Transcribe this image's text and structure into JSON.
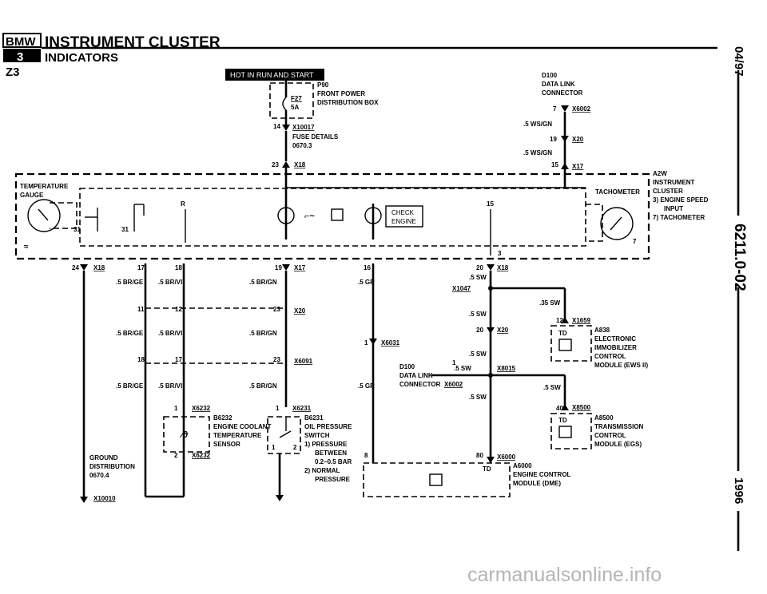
{
  "header": {
    "logo": "BMW",
    "model_badge": "3",
    "model": "Z3",
    "title": "INSTRUMENT CLUSTER",
    "subtitle": "INDICATORS"
  },
  "side": {
    "date": "04/97",
    "page": "6211.0-02",
    "year": "1996"
  },
  "watermark": "carmanualsonline.info",
  "power_banner": "HOT IN RUN AND START",
  "components": {
    "p90": [
      "P90",
      "FRONT POWER",
      "DISTRIBUTION BOX"
    ],
    "fuse": [
      "F27",
      "5A"
    ],
    "x10017": "X10017",
    "fuse_details": [
      "FUSE DETAILS",
      "0670.3"
    ],
    "x18_top": "X18",
    "d100_top": [
      "D100",
      "DATA LINK",
      "CONNECTOR"
    ],
    "x6002_top": "X6002",
    "x20_top": "X20",
    "x17_top": "X17",
    "wire_ws_gn_1": ".5 WS/GN",
    "wire_ws_gn_2": ".5 WS/GN",
    "a2w": [
      "A2W",
      "INSTRUMENT",
      "CLUSTER",
      "3)  ENGINE SPEED",
      "INPUT",
      "7)  TACHOMETER"
    ],
    "temp_gauge": [
      "TEMPERATURE",
      "GAUGE"
    ],
    "tachometer": "TACHOMETER",
    "check_engine": [
      "CHECK",
      "ENGINE"
    ],
    "x18_left": "X18",
    "x17_mid": "X17",
    "x18_right": "X18",
    "x1047": "X1047",
    "x20_a": "X20",
    "x6091": "X6091",
    "x6232_top": "X6232",
    "x6231": "X6231",
    "b6232": [
      "B6232",
      "ENGINE COOLANT",
      "TEMPERATURE",
      "SENSOR"
    ],
    "x6232_bottom": "X6232",
    "b6231": [
      "B6231",
      "OIL PRESSURE",
      "SWITCH",
      "1)  PRESSURE",
      "BETWEEN",
      "0.2–0.5 BAR",
      "2)  NORMAL",
      "PRESSURE"
    ],
    "ground": [
      "GROUND",
      "DISTRIBUTION",
      "0670.4"
    ],
    "x10010": "X10010",
    "x6031": "X6031",
    "d100_mid": [
      "D100",
      "DATA LINK",
      "CONNECTOR"
    ],
    "x6002_mid": "X6002",
    "x8015": "X8015",
    "x1659": "X1659",
    "a838": [
      "A838",
      "ELECTRONIC",
      "IMMOBILIZER",
      "CONTROL",
      "MODULE (EWS II)"
    ],
    "x20_b": "X20",
    "x8500": "X8500",
    "a8500": [
      "A8500",
      "TRANSMISSION",
      "CONTROL",
      "MODULE (EGS)"
    ],
    "x6000": "X6000",
    "a6000": [
      "A6000",
      "ENGINE CONTROL",
      "MODULE (DME)"
    ],
    "td1": "TD",
    "td2": "TD",
    "td3": "TD",
    "wires": {
      "br_ge_1": ".5 BR/GE",
      "br_vi_1": ".5 BR/VI",
      "br_gn_1": ".5 BR/GN",
      "gr_1": ".5 GR",
      "br_ge_2": ".5 BR/GE",
      "br_vi_2": ".5 BR/VI",
      "br_gn_2": ".5 BR/GN",
      "br_ge_3": ".5 BR/GE",
      "br_vi_3": ".5 BR/VI",
      "br_gn_3": ".5 BR/GN",
      "gr_2": ".5 GR",
      "sw_1": ".5 SW",
      "sw_2": ".5 SW",
      "sw_3": ".5 SW",
      "sw_4": ".5 SW",
      "sw_5": ".5 SW",
      "sw_6": ".5 SW",
      "sw_035": ".35 SW"
    },
    "pins": {
      "p14": "14",
      "p23": "23",
      "p7": "7",
      "p19": "19",
      "p15": "15",
      "p24": "24",
      "p17a": "17",
      "p18a": "18",
      "p19b": "19",
      "p16": "16",
      "p20": "20",
      "p11": "11",
      "p12": "12",
      "p23b": "23",
      "p18b": "18",
      "p17b": "17",
      "p23c": "23",
      "p1a": "1",
      "p1b": "1",
      "p1c": "1",
      "p2a": "2",
      "p1s": "1",
      "p2s": "2",
      "p8": "8",
      "p80": "80",
      "p3": "3",
      "p20b": "20",
      "p12b": "12",
      "p40": "40",
      "p7b": "7",
      "p31a": "31",
      "p31b": "31",
      "p15b": "15",
      "pR": "R",
      "p1d": "1"
    }
  }
}
